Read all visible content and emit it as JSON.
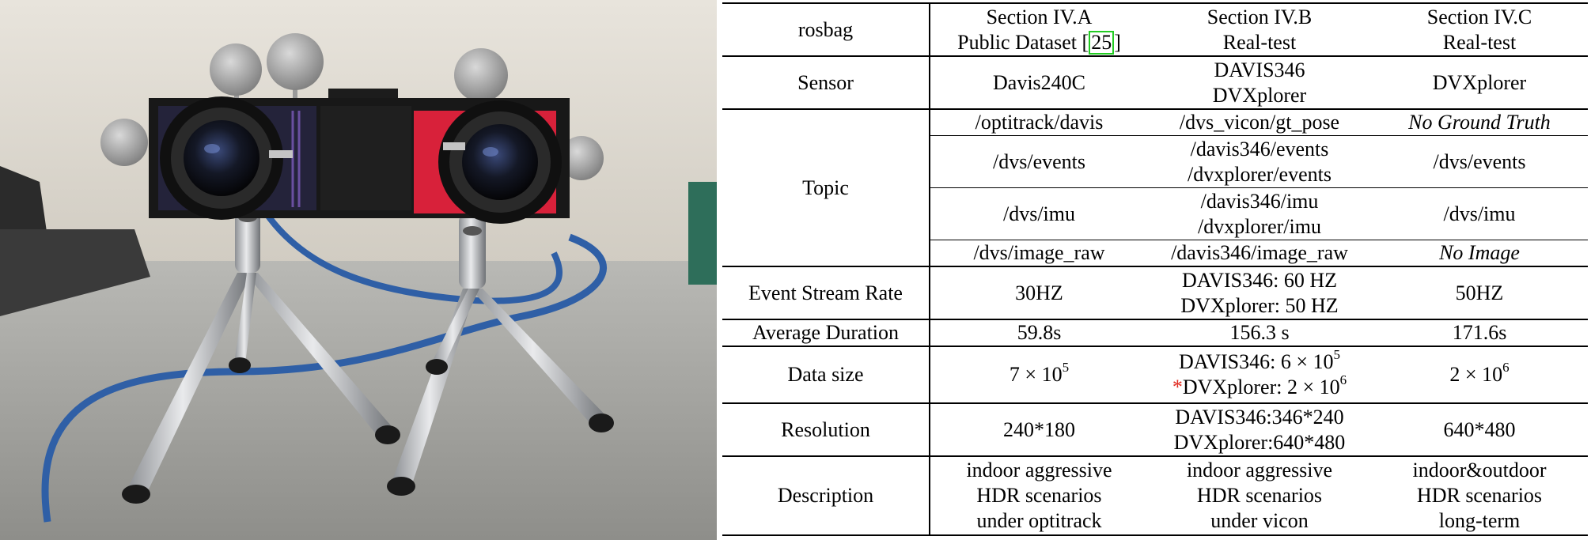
{
  "figure": {
    "photo_alt": "Stereo event camera rig with two lenses and reflective tracking markers mounted on two silver tripods"
  },
  "table": {
    "header": {
      "label": "rosbag",
      "col_a": [
        "Section IV.A",
        "Public Dataset ["
      ],
      "col_a_cite": "25",
      "col_a_end": "]",
      "col_b": [
        "Section IV.B",
        "Real-test"
      ],
      "col_c": [
        "Section IV.C",
        "Real-test"
      ]
    },
    "sensor": {
      "label": "Sensor",
      "a": "Davis240C",
      "b": [
        "DAVIS346",
        "DVXplorer"
      ],
      "c": "DVXplorer"
    },
    "topic": {
      "label": "Topic",
      "rows": [
        {
          "a": [
            "/optitrack/davis"
          ],
          "b": [
            "/dvs_vicon/gt_pose"
          ],
          "c": [
            "No Ground Truth"
          ]
        },
        {
          "a": [
            "/dvs/events"
          ],
          "b": [
            "/davis346/events",
            "/dvxplorer/events"
          ],
          "c": [
            "/dvs/events"
          ]
        },
        {
          "a": [
            "/dvs/imu"
          ],
          "b": [
            "/davis346/imu",
            "/dvxplorer/imu"
          ],
          "c": [
            "/dvs/imu"
          ]
        },
        {
          "a": [
            "/dvs/image_raw"
          ],
          "b": [
            "/davis346/image_raw"
          ],
          "c": [
            "No Image"
          ]
        }
      ]
    },
    "event_rate": {
      "label": "Event Stream Rate",
      "a": "30HZ",
      "b": [
        "DAVIS346: 60 HZ",
        "DVXplorer: 50 HZ"
      ],
      "c": "50HZ"
    },
    "duration": {
      "label": "Average Duration",
      "a": "59.8s",
      "b": "156.3 s",
      "c": "171.6s"
    },
    "data_size": {
      "label": "Data size",
      "a_base": "7 × 10",
      "a_exp": "5",
      "b1_base": "DAVIS346: 6 × 10",
      "b1_exp": "5",
      "b2_star": "*",
      "b2_base": "DVXplorer: 2 × 10",
      "b2_exp": "6",
      "c_base": "2 × 10",
      "c_exp": "6"
    },
    "resolution": {
      "label": "Resolution",
      "a": "240*180",
      "b": [
        "DAVIS346:346*240",
        "DVXplorer:640*480"
      ],
      "c": "640*480"
    },
    "description": {
      "label": "Description",
      "a": [
        "indoor aggressive",
        "HDR scenarios",
        "under optitrack"
      ],
      "b": [
        "indoor aggressive",
        "HDR scenarios",
        "under vicon"
      ],
      "c": [
        "indoor&outdoor",
        "HDR scenarios",
        "long-term"
      ]
    }
  }
}
